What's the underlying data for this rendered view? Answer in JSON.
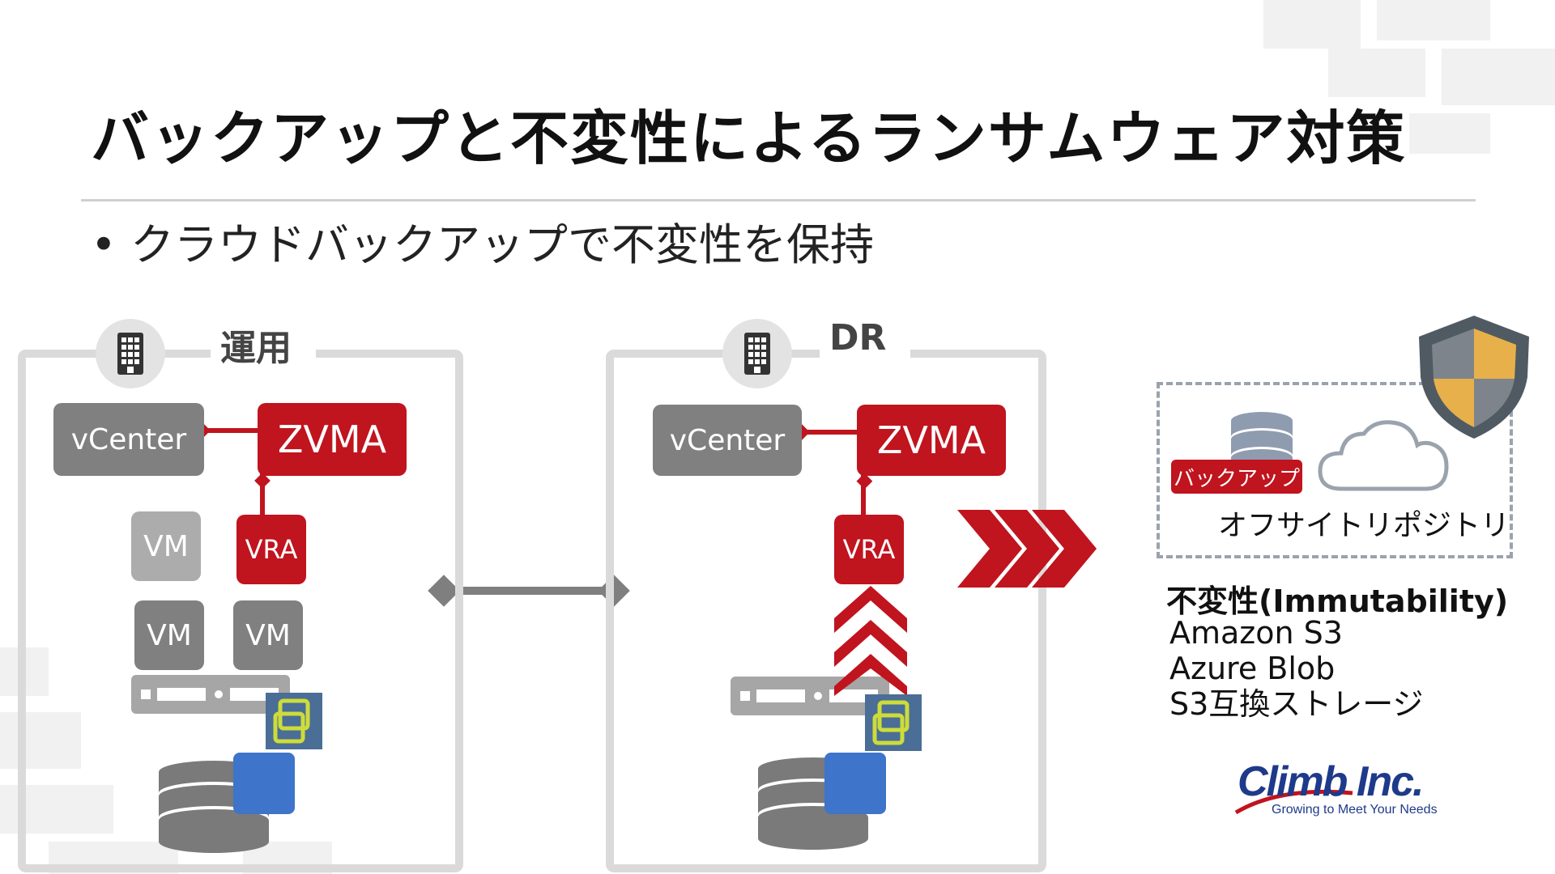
{
  "slide": {
    "title": "バックアップと不変性によるランサムウェア対策",
    "bullet": "• クラウドバックアップで不変性を保持"
  },
  "sites": {
    "production": {
      "label": "運用",
      "vcenter": "vCenter",
      "zvma": "ZVMA",
      "vra": "VRA",
      "vms": [
        "VM",
        "VM",
        "VM"
      ]
    },
    "dr": {
      "label": "DR",
      "vcenter": "vCenter",
      "zvma": "ZVMA",
      "vra": "VRA"
    }
  },
  "offsite": {
    "badge": "バックアップ",
    "label": "オフサイトリポジトリ"
  },
  "immutability": {
    "title": "不変性(Immutability)",
    "items": [
      "Amazon S3",
      "Azure Blob",
      "S3互換ストレージ"
    ]
  },
  "logo": {
    "name": "Climb Inc.",
    "tagline": "Growing to Meet Your Needs"
  },
  "colors": {
    "accent_red": "#c0141e",
    "gray_box": "#808080",
    "panel_border": "#dadada",
    "shield_gold": "#e8b04a",
    "logo_blue": "#1e3a8a"
  }
}
